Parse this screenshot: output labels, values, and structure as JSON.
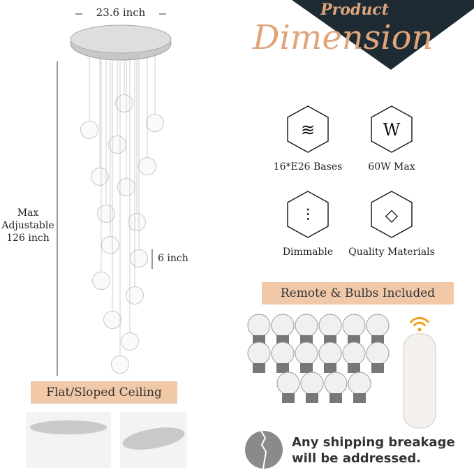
{
  "header": {
    "title_small": "Product",
    "title_large": "Dimension",
    "accent": "#e0a57c",
    "dark": "#1e2b33"
  },
  "dimensions": {
    "width": "23.6 inch",
    "height": "Max\nAdjustable\n126 inch",
    "spacing": "6 inch"
  },
  "features": [
    {
      "icon": "spiral-bulb-icon",
      "label": "16*E26 Bases"
    },
    {
      "icon": "bulb-w-icon",
      "label": "60W Max"
    },
    {
      "icon": "dimmer-sliders-icon",
      "label": "Dimmable"
    },
    {
      "icon": "diamond-shield-icon",
      "label": "Quality Materials"
    }
  ],
  "banners": {
    "remote": "Remote & Bulbs Included",
    "ceiling": "Flat/Sloped Ceiling"
  },
  "shipping": {
    "line1": "Any shipping breakage",
    "line2": "will be addressed."
  }
}
